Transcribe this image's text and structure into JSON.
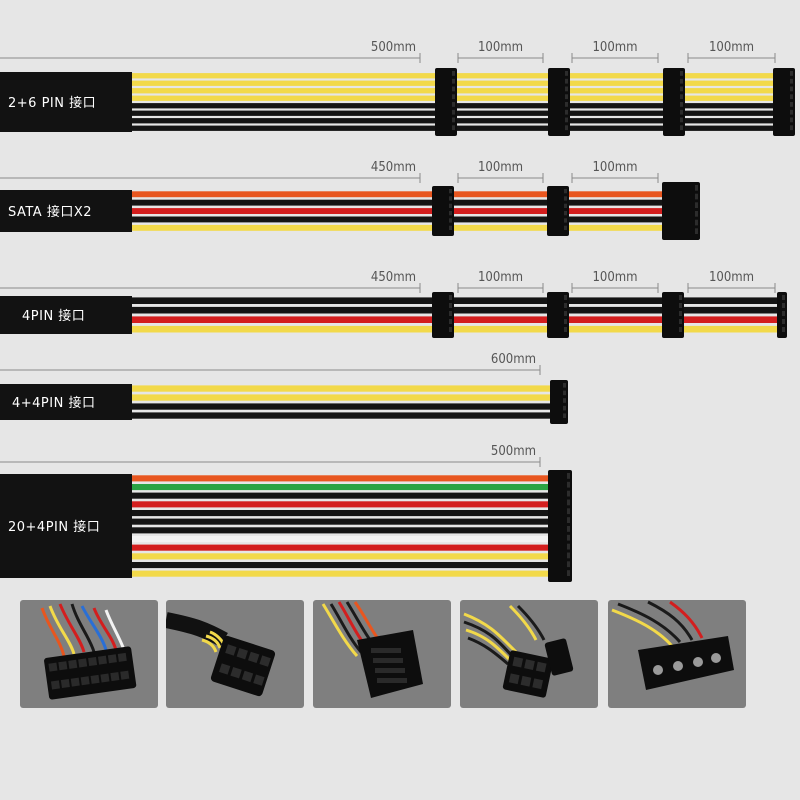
{
  "colors": {
    "background": "#e6e6e6",
    "black": "#141414",
    "yellow": "#f2d94a",
    "orange": "#e8561f",
    "red": "#d31e1e",
    "green": "#2aa343",
    "white": "#f3f3f3",
    "sleeve": "#121212",
    "connector": "#0d0d0d",
    "thumb_bg": "#7f7f7f"
  },
  "cables": [
    {
      "id": "cable-pcie",
      "label": "2+6 PIN 接口",
      "connector_type": "pcie",
      "wires": [
        "yellow",
        "yellow",
        "yellow",
        "yellow",
        "black",
        "black",
        "black",
        "black"
      ],
      "segments": [
        "500mm",
        "100mm",
        "100mm",
        "100mm"
      ]
    },
    {
      "id": "cable-sata",
      "label": "SATA 接口X2",
      "connector_type": "sata",
      "wires": [
        "orange",
        "black",
        "red",
        "black",
        "yellow"
      ],
      "segments": [
        "450mm",
        "100mm",
        "100mm"
      ]
    },
    {
      "id": "cable-molex",
      "label": "4PIN 接口",
      "connector_type": "molex",
      "wires": [
        "black",
        "black",
        "red",
        "yellow"
      ],
      "segments": [
        "450mm",
        "100mm",
        "100mm",
        "100mm"
      ]
    },
    {
      "id": "cable-cpu",
      "label": "4+4PIN 接口",
      "connector_type": "cpu",
      "wires": [
        "yellow",
        "yellow",
        "black",
        "black"
      ],
      "segments": [
        "600mm"
      ]
    },
    {
      "id": "cable-atx",
      "label": "20+4PIN 接口",
      "connector_type": "atx",
      "wires": [
        "orange",
        "green",
        "black",
        "red",
        "black",
        "black",
        "black",
        "white",
        "red",
        "yellow",
        "black",
        "yellow"
      ],
      "segments": [
        "500mm"
      ]
    }
  ],
  "thumbnails": [
    {
      "id": "thumb-atx-24pin",
      "icon": "atx-24pin-connector-icon"
    },
    {
      "id": "thumb-cpu-8pin",
      "icon": "cpu-8pin-connector-icon"
    },
    {
      "id": "thumb-sata",
      "icon": "sata-connector-icon"
    },
    {
      "id": "thumb-pcie-8pin",
      "icon": "pcie-6plus2-connector-icon"
    },
    {
      "id": "thumb-molex",
      "icon": "molex-4pin-connector-icon"
    }
  ]
}
